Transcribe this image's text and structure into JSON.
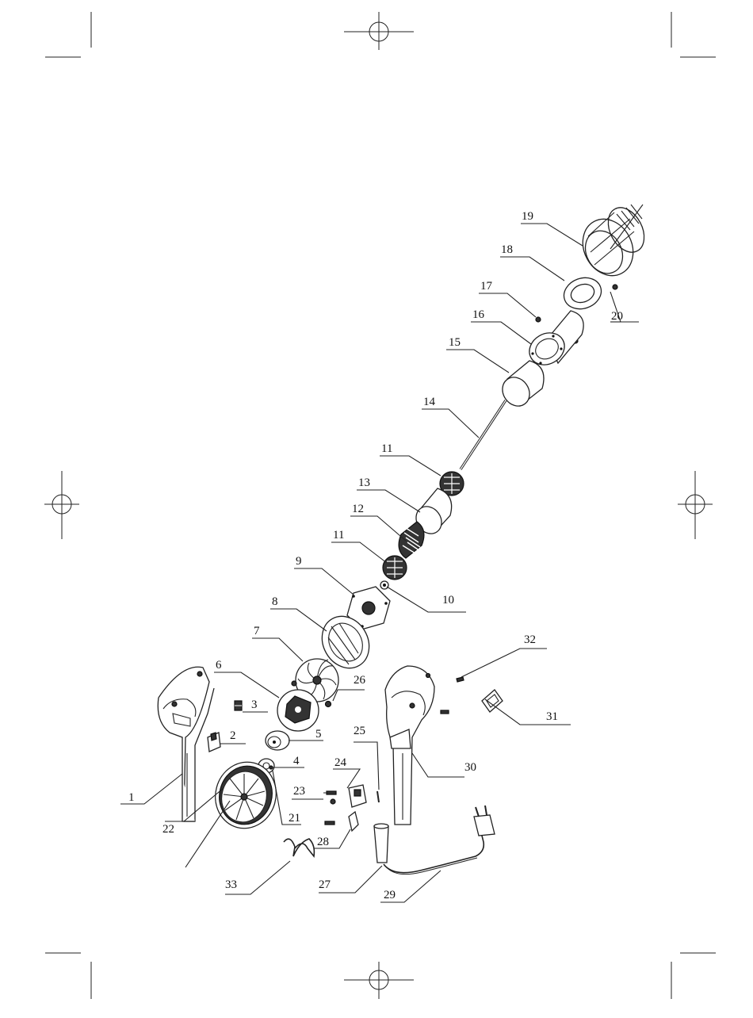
{
  "diagram": {
    "part_labels": [
      "1",
      "2",
      "3",
      "4",
      "5",
      "6",
      "7",
      "8",
      "9",
      "10",
      "11",
      "11",
      "12",
      "13",
      "14",
      "15",
      "16",
      "17",
      "18",
      "19",
      "20",
      "21",
      "22",
      "23",
      "24",
      "25",
      "26",
      "27",
      "28",
      "29",
      "30",
      "31",
      "32",
      "33"
    ]
  }
}
